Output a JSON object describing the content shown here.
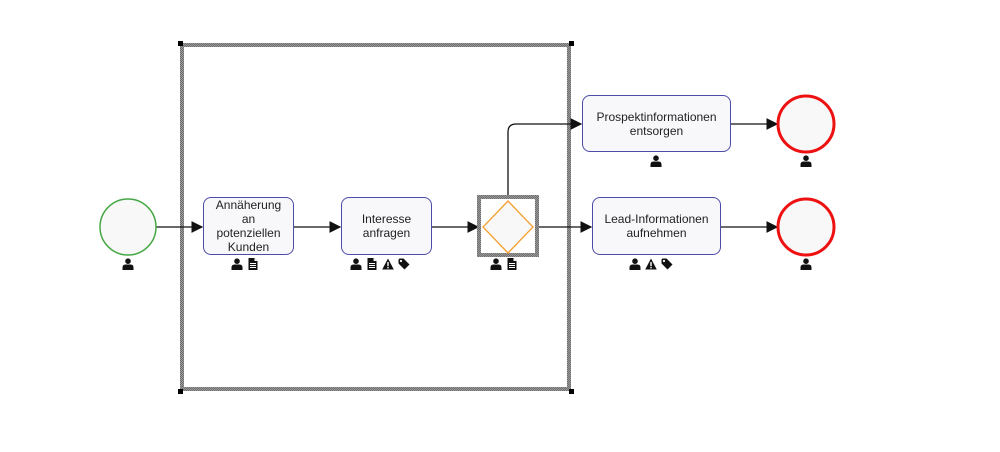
{
  "diagram": {
    "type": "bpmn-process",
    "colors": {
      "start_event_stroke": "#45a845",
      "end_event_stroke": "#ee1111",
      "task_stroke": "#4b4ba8",
      "gateway_stroke": "#f5a030",
      "selection_frame": "#8a8a8a",
      "flow": "#111111"
    },
    "start_event": {
      "name": "start-event",
      "icons": [
        "user-icon"
      ]
    },
    "tasks": [
      {
        "id": "t1",
        "label": "Annäherung an potenziellen Kunden",
        "lines": [
          "Annäherung",
          "an",
          "potenziellen",
          "Kunden"
        ],
        "icons": [
          "user-icon",
          "document-icon"
        ]
      },
      {
        "id": "t2",
        "label": "Interesse anfragen",
        "lines": [
          "Interesse",
          "anfragen"
        ],
        "icons": [
          "user-icon",
          "document-icon",
          "warning-icon",
          "tag-icon"
        ]
      },
      {
        "id": "t3",
        "label": "Prospektinformationen entsorgen",
        "lines": [
          "Prospektinformationen",
          "entsorgen"
        ],
        "icons": [
          "user-icon"
        ]
      },
      {
        "id": "t4",
        "label": "Lead-Informationen aufnehmen",
        "lines": [
          "Lead-Informationen",
          "aufnehmen"
        ],
        "icons": [
          "user-icon",
          "warning-icon",
          "tag-icon"
        ]
      }
    ],
    "gateway": {
      "name": "exclusive-gateway",
      "selected": true,
      "icons": [
        "user-icon",
        "document-icon"
      ]
    },
    "end_events": [
      {
        "name": "end-event-top",
        "icons": [
          "user-icon"
        ]
      },
      {
        "name": "end-event-bottom",
        "icons": [
          "user-icon"
        ]
      }
    ],
    "flows": [
      {
        "from": "start-event",
        "to": "t1"
      },
      {
        "from": "t1",
        "to": "t2"
      },
      {
        "from": "t2",
        "to": "exclusive-gateway"
      },
      {
        "from": "exclusive-gateway",
        "to": "t3"
      },
      {
        "from": "exclusive-gateway",
        "to": "t4"
      },
      {
        "from": "t3",
        "to": "end-event-top"
      },
      {
        "from": "t4",
        "to": "end-event-bottom"
      }
    ],
    "selection": {
      "active": true,
      "contains": [
        "t1",
        "t2",
        "exclusive-gateway"
      ]
    }
  }
}
